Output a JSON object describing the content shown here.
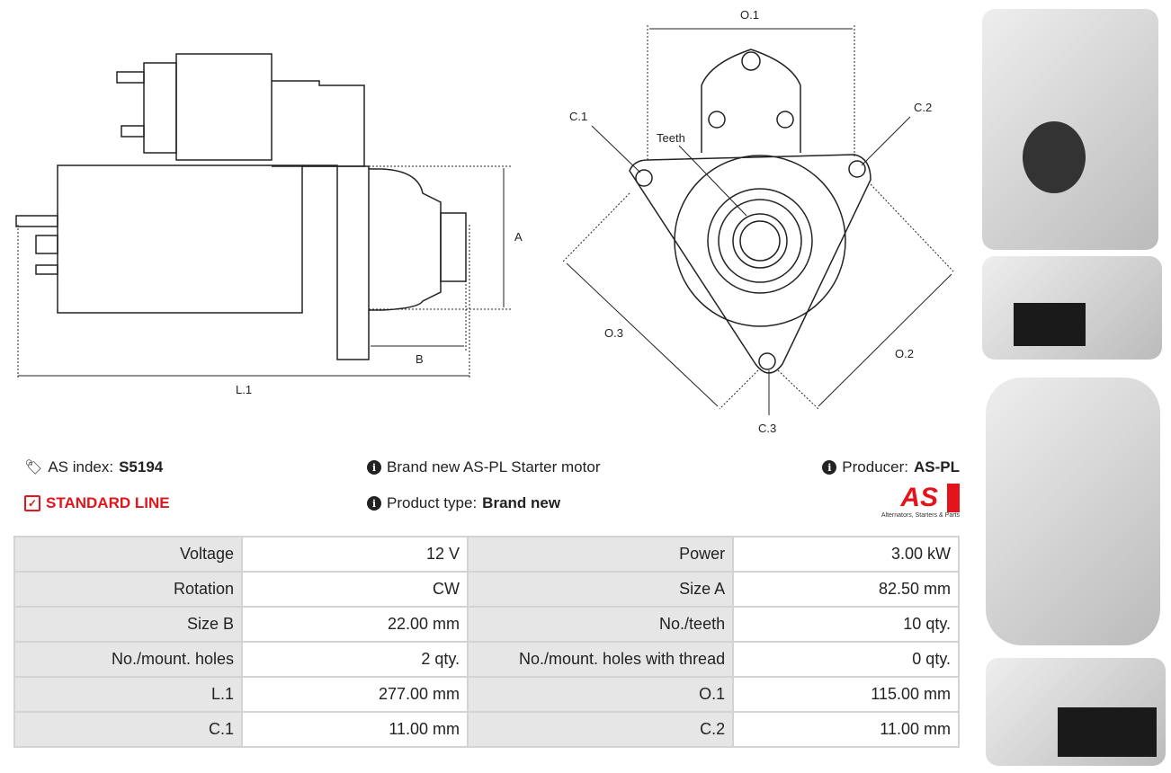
{
  "drawing": {
    "labels": {
      "l1": "L.1",
      "a": "A",
      "b": "B",
      "o1": "O.1",
      "o2": "O.2",
      "o3": "O.3",
      "c1": "C.1",
      "c2": "C.2",
      "c3": "C.3",
      "teeth": "Teeth"
    }
  },
  "info": {
    "as_index_label": "AS index:",
    "as_index_value": "S5194",
    "line": "STANDARD LINE",
    "description": "Brand new AS-PL Starter motor",
    "product_type_label": "Product type:",
    "product_type_value": "Brand new",
    "producer_label": "Producer:",
    "producer_value": "AS-PL",
    "logo_text": "AS",
    "logo_tagline": "Alternators, Starters & Parts"
  },
  "colors": {
    "accent": "#e3141b"
  },
  "specs": [
    [
      "Voltage",
      "12 V",
      "Power",
      "3.00 kW"
    ],
    [
      "Rotation",
      "CW",
      "Size A",
      "82.50 mm"
    ],
    [
      "Size B",
      "22.00 mm",
      "No./teeth",
      "10 qty."
    ],
    [
      "No./mount. holes",
      "2 qty.",
      "No./mount. holes with thread",
      "0 qty."
    ],
    [
      "L.1",
      "277.00 mm",
      "O.1",
      "115.00 mm"
    ],
    [
      "C.1",
      "11.00 mm",
      "C.2",
      "11.00 mm"
    ]
  ]
}
